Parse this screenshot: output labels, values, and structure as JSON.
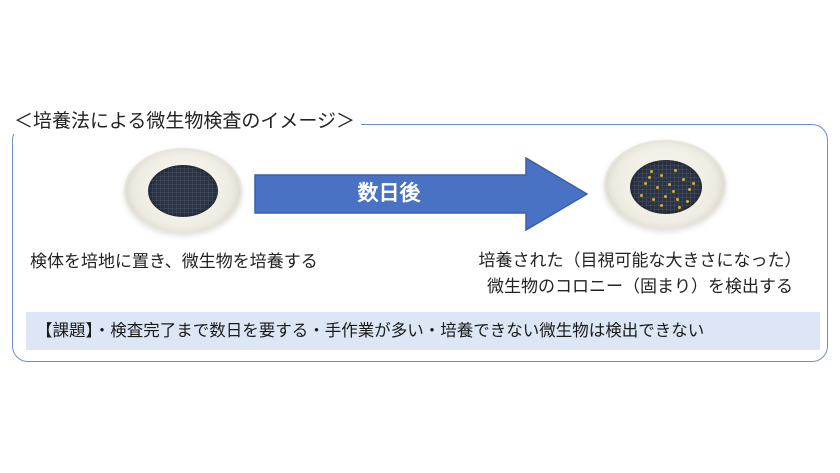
{
  "diagram": {
    "title": "＜培養法による微生物検査のイメージ＞",
    "arrow_label": "数日後",
    "left_caption": "検体を培地に置き、微生物を培養する",
    "right_caption_line1": "培養された（目視可能な大きさになった）",
    "right_caption_line2": "微生物のコロニー（固まり）を検出する",
    "issues_text": "【課題】・検査完了まで数日を要する・手作業が多い・培養できない微生物は検出できない",
    "colors": {
      "frame_border": "#6f8fc4",
      "arrow_fill": "#4a72c4",
      "arrow_stroke": "#3a5fa8",
      "issues_background": "#dce6f5",
      "filter": "#2a3446",
      "colony": "#d8b021"
    },
    "icons": [
      "petri-dish-icon",
      "membrane-filter-icon",
      "bacterial-colony-icon",
      "right-arrow-icon"
    ]
  }
}
